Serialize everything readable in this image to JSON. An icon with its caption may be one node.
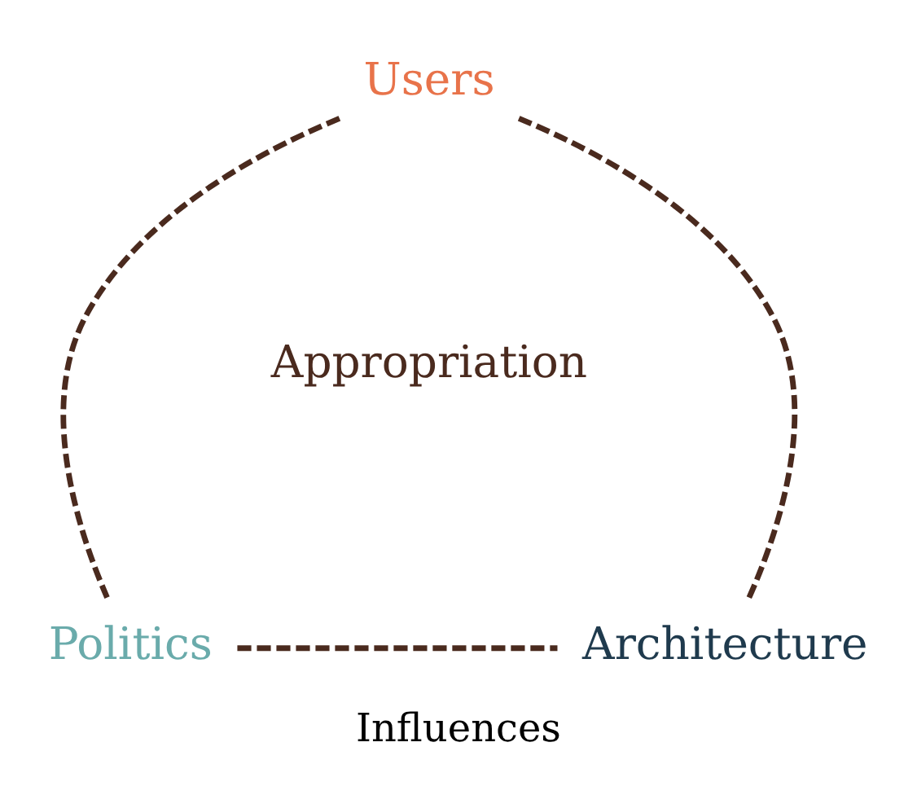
{
  "diagram": {
    "caption": "Influences",
    "nodes": [
      {
        "text": [
          "Users"
        ]
      },
      {
        "text": [
          "Politics"
        ]
      },
      {
        "text": [
          "Architecture"
        ]
      }
    ],
    "edges": [
      {
        "from": 0,
        "to": 1,
        "arrow": "none",
        "style": "dashed"
      },
      {
        "from": 1,
        "to": 2,
        "arrow": "none",
        "style": "dashed"
      },
      {
        "from": 2,
        "to": 0,
        "arrow": "none",
        "style": "dashed"
      }
    ],
    "labels": [
      "Appropriation"
    ]
  }
}
